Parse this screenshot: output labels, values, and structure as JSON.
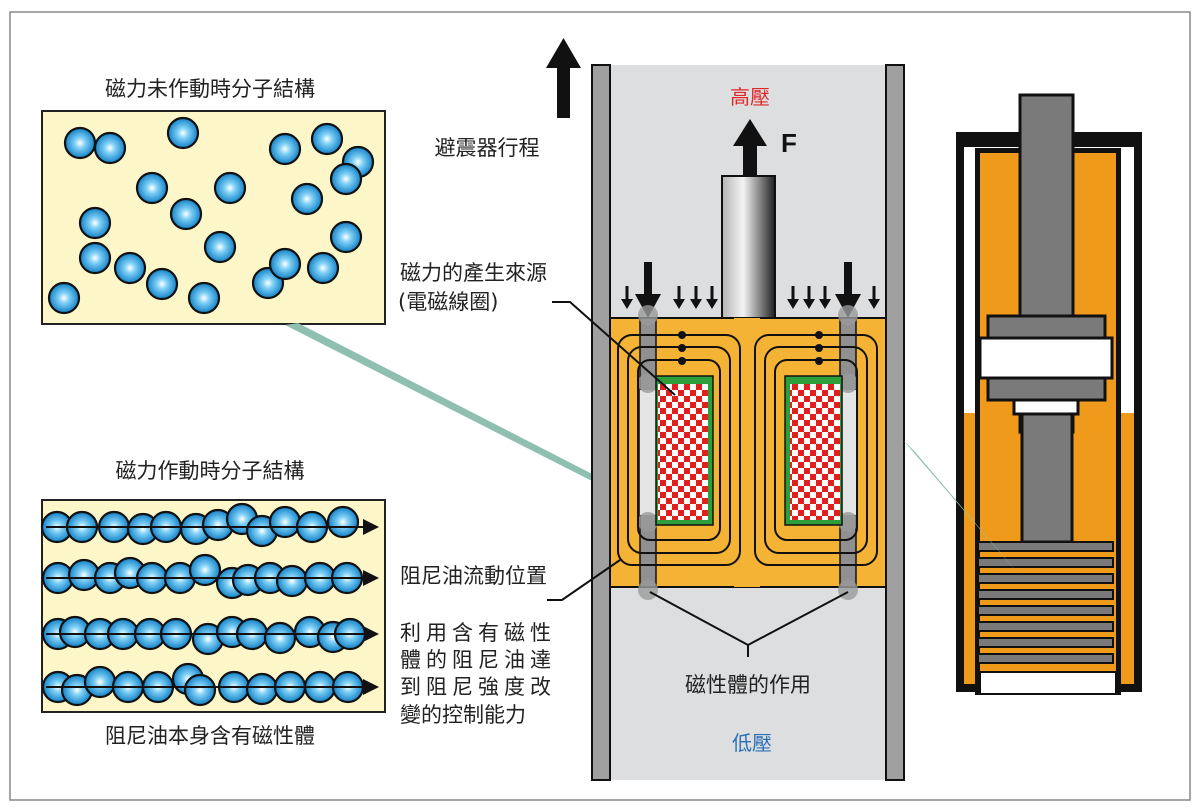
{
  "diagram": {
    "title_unactivated": "磁力未作動時分子結構",
    "title_activated": "磁力作動時分子結構",
    "caption_oil": "阻尼油本身含有磁性體",
    "stroke_label": "避震器行程",
    "high_pressure": "高壓",
    "force_label": "F",
    "coil_label_line1": "磁力的產生來源",
    "coil_label_line2": "(電磁線圈)",
    "oil_flow_label": "阻尼油流動位置",
    "explanation_lines": [
      "利用含有磁性",
      "體的阻尼油達",
      "到阻尼強度改",
      "變的控制能力"
    ],
    "magnetic_effect_label": "磁性體的作用",
    "low_pressure": "低壓"
  },
  "colors": {
    "panel_fill": "#fdf6c8",
    "particle": "#1e90d6",
    "orange_body": "#f5b335",
    "orange_damper": "#f09a1c",
    "steel_gray": "#7a7a7a",
    "wall_gray": "#a0a0a0",
    "chamber_gray": "#dcdedf",
    "coil_green": "#2e9e3a",
    "coil_red": "#e0201e",
    "leader_teal": "#8fbfb0",
    "high_pressure_red": "#e0282a",
    "low_pressure_blue": "#2a6fb8"
  }
}
